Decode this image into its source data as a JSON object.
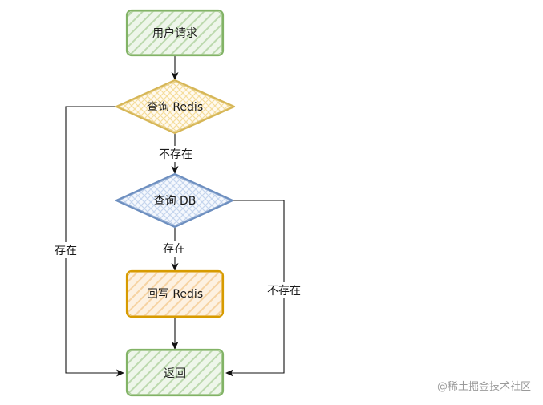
{
  "nodes": {
    "request": {
      "label": "用户请求",
      "shape": "rectangle",
      "color": "#82b366",
      "fill": "#d5e8d4"
    },
    "query_redis": {
      "label": "查询 Redis",
      "shape": "diamond",
      "color": "#d6b656",
      "fill": "#fff2cc"
    },
    "query_db": {
      "label": "查询 DB",
      "shape": "diamond",
      "color": "#6c8ebf",
      "fill": "#dae8fc"
    },
    "write_back": {
      "label": "回写 Redis",
      "shape": "rectangle",
      "color": "#d79b00",
      "fill": "#ffe6cc"
    },
    "return": {
      "label": "返回",
      "shape": "rectangle",
      "color": "#82b366",
      "fill": "#d5e8d4"
    }
  },
  "edges": {
    "redis_miss": "不存在",
    "redis_hit": "存在",
    "db_hit": "存在",
    "db_miss": "不存在"
  },
  "watermark": "@稀土掘金技术社区"
}
